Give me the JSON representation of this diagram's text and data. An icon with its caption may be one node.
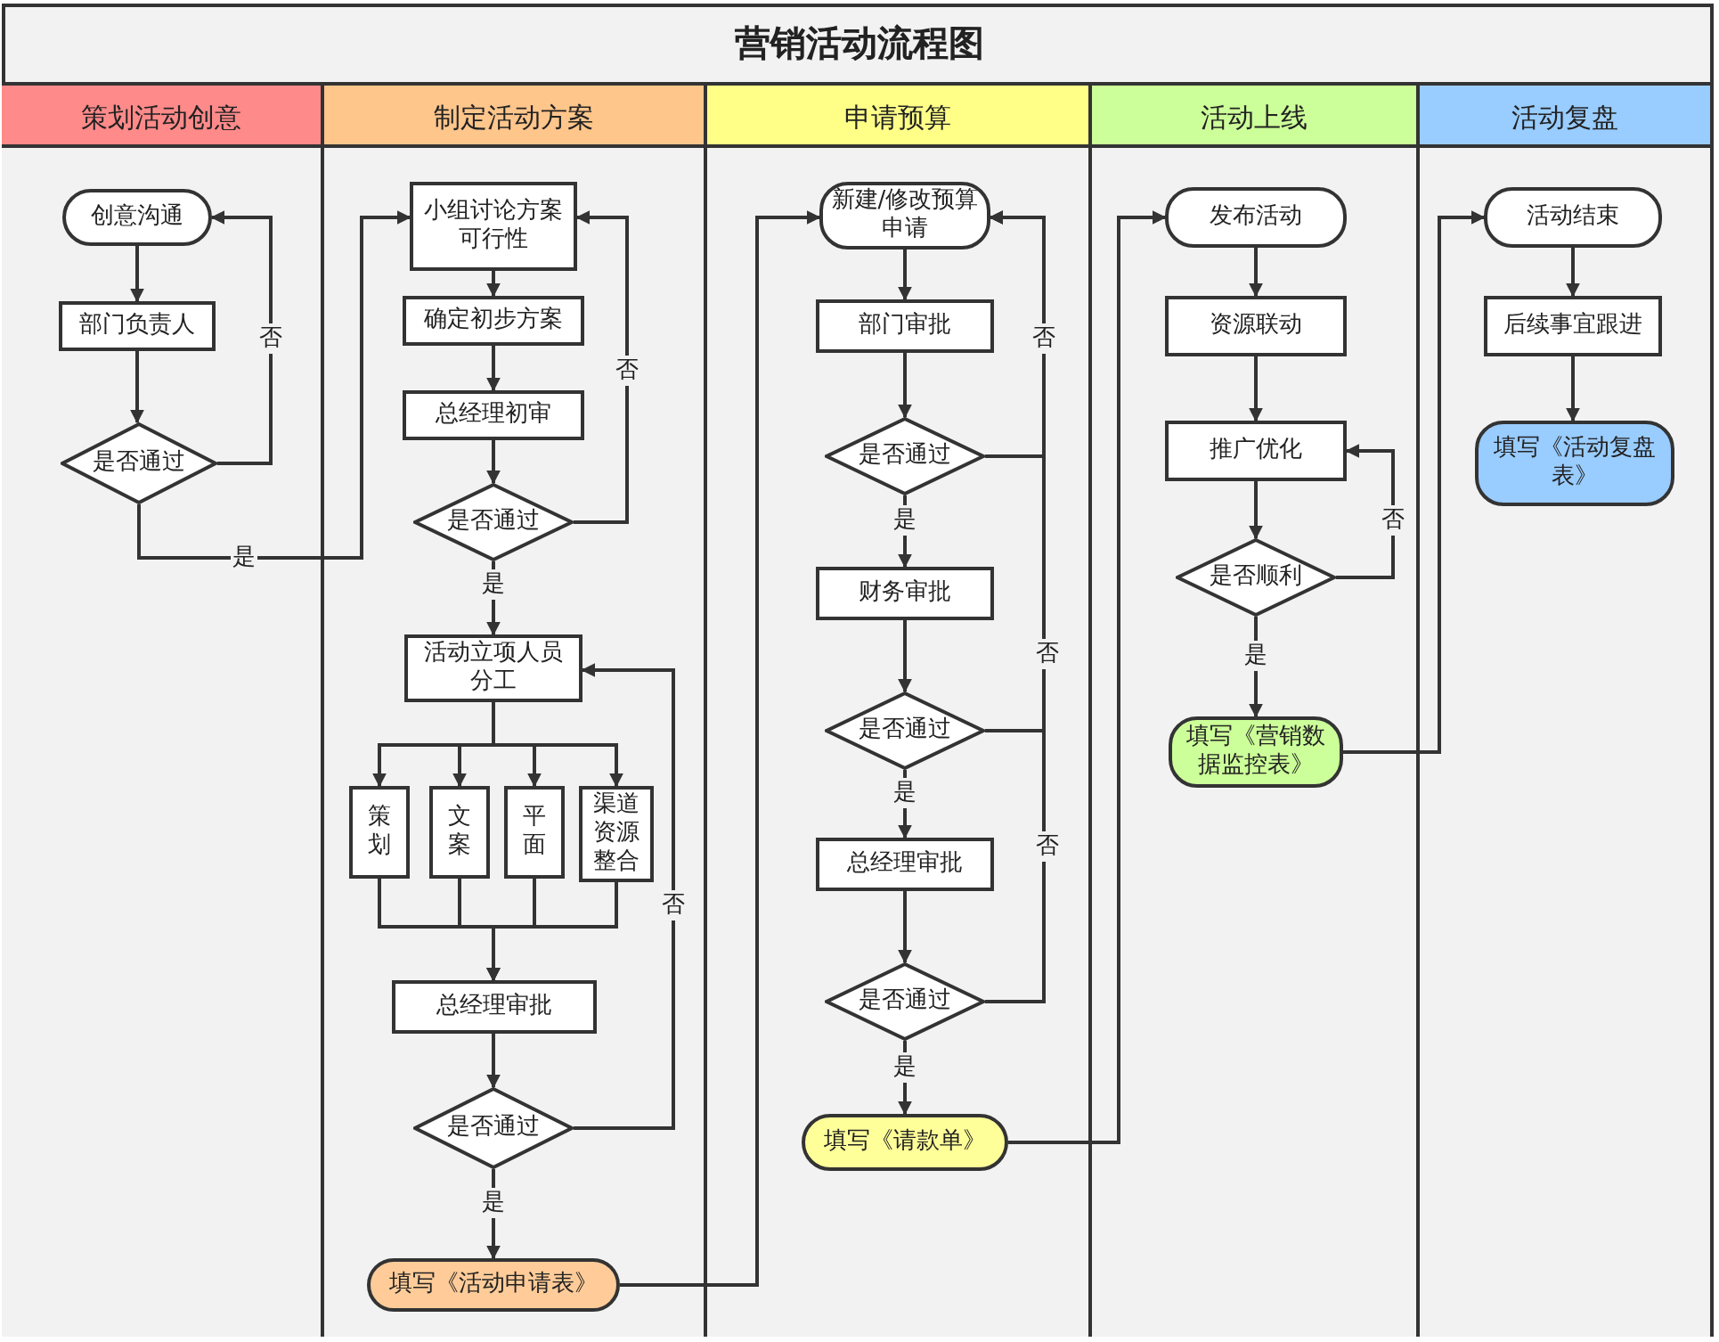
{
  "diagram": {
    "title": "营销活动流程图",
    "nodes": [
      {
        "text": [
          "策划活动创意"
        ]
      },
      {
        "text": [
          "创意沟通"
        ],
        "in": 0
      },
      {
        "text": [
          "部门负责人"
        ],
        "in": 0
      },
      {
        "text": [
          "是否通过"
        ],
        "in": 0
      },
      {
        "text": [
          "制定活动方案"
        ]
      },
      {
        "text": [
          "小组讨论方案可行性"
        ],
        "in": 4
      },
      {
        "text": [
          "确定初步方案"
        ],
        "in": 4
      },
      {
        "text": [
          "总经理初审"
        ],
        "in": 4
      },
      {
        "text": [
          "是否通过"
        ],
        "in": 4
      },
      {
        "text": [
          "活动立项人员分工"
        ],
        "in": 4
      },
      {
        "text": [
          "策划"
        ],
        "in": 4
      },
      {
        "text": [
          "文案"
        ],
        "in": 4
      },
      {
        "text": [
          "平面"
        ],
        "in": 4
      },
      {
        "text": [
          "渠道资源整合"
        ],
        "in": 4
      },
      {
        "text": [
          "总经理审批"
        ],
        "in": 4
      },
      {
        "text": [
          "是否通过"
        ],
        "in": 4
      },
      {
        "text": [
          "填写《活动申请表》"
        ],
        "in": 4
      },
      {
        "text": [
          "申请预算"
        ]
      },
      {
        "text": [
          "新建/修改预算申请"
        ],
        "in": 17
      },
      {
        "text": [
          "部门审批"
        ],
        "in": 17
      },
      {
        "text": [
          "是否通过"
        ],
        "in": 17
      },
      {
        "text": [
          "财务审批"
        ],
        "in": 17
      },
      {
        "text": [
          "是否通过"
        ],
        "in": 17
      },
      {
        "text": [
          "总经理审批"
        ],
        "in": 17
      },
      {
        "text": [
          "是否通过"
        ],
        "in": 17
      },
      {
        "text": [
          "填写《请款单》"
        ],
        "in": 17
      },
      {
        "text": [
          "活动上线"
        ]
      },
      {
        "text": [
          "发布活动"
        ],
        "in": 26
      },
      {
        "text": [
          "资源联动"
        ],
        "in": 26
      },
      {
        "text": [
          "推广优化"
        ],
        "in": 26
      },
      {
        "text": [
          "是否顺利"
        ],
        "in": 26
      },
      {
        "text": [
          "填写《营销数据监控表》"
        ],
        "in": 26
      },
      {
        "text": [
          "活动复盘"
        ]
      },
      {
        "text": [
          "活动结束"
        ],
        "in": 32
      },
      {
        "text": [
          "后续事宜跟进"
        ],
        "in": 32
      },
      {
        "text": [
          "填写《活动复盘表》"
        ],
        "in": 32
      }
    ],
    "edges": [
      {
        "from": 1,
        "to": 2,
        "arrow": "to"
      },
      {
        "from": 2,
        "to": 3,
        "arrow": "to"
      },
      {
        "from": 3,
        "to": 1,
        "arrow": "to",
        "label": "否"
      },
      {
        "from": 3,
        "to": 5,
        "arrow": "to",
        "label": "是"
      },
      {
        "from": 5,
        "to": 6,
        "arrow": "to"
      },
      {
        "from": 6,
        "to": 7,
        "arrow": "to"
      },
      {
        "from": 7,
        "to": 8,
        "arrow": "to"
      },
      {
        "from": 8,
        "to": 5,
        "arrow": "to",
        "label": "否"
      },
      {
        "from": 8,
        "to": 9,
        "arrow": "to",
        "label": "是"
      },
      {
        "from": 9,
        "to": 10,
        "arrow": "to"
      },
      {
        "from": 9,
        "to": 11,
        "arrow": "to"
      },
      {
        "from": 9,
        "to": 12,
        "arrow": "to"
      },
      {
        "from": 9,
        "to": 13,
        "arrow": "to"
      },
      {
        "from": 10,
        "to": 14,
        "arrow": "to"
      },
      {
        "from": 11,
        "to": 14,
        "arrow": "to"
      },
      {
        "from": 12,
        "to": 14,
        "arrow": "to"
      },
      {
        "from": 13,
        "to": 14,
        "arrow": "to"
      },
      {
        "from": 14,
        "to": 15,
        "arrow": "to"
      },
      {
        "from": 15,
        "to": 9,
        "arrow": "to",
        "label": "否"
      },
      {
        "from": 15,
        "to": 16,
        "arrow": "to",
        "label": "是"
      },
      {
        "from": 16,
        "to": 18,
        "arrow": "to"
      },
      {
        "from": 18,
        "to": 19,
        "arrow": "to"
      },
      {
        "from": 19,
        "to": 20,
        "arrow": "to"
      },
      {
        "from": 20,
        "to": 18,
        "arrow": "to",
        "label": "否"
      },
      {
        "from": 20,
        "to": 21,
        "arrow": "to",
        "label": "是"
      },
      {
        "from": 21,
        "to": 22,
        "arrow": "to"
      },
      {
        "from": 22,
        "to": 18,
        "arrow": "to",
        "label": "否"
      },
      {
        "from": 22,
        "to": 23,
        "arrow": "to",
        "label": "是"
      },
      {
        "from": 23,
        "to": 24,
        "arrow": "to"
      },
      {
        "from": 24,
        "to": 18,
        "arrow": "to",
        "label": "否"
      },
      {
        "from": 24,
        "to": 25,
        "arrow": "to",
        "label": "是"
      },
      {
        "from": 25,
        "to": 27,
        "arrow": "to"
      },
      {
        "from": 27,
        "to": 28,
        "arrow": "to"
      },
      {
        "from": 28,
        "to": 29,
        "arrow": "to"
      },
      {
        "from": 29,
        "to": 30,
        "arrow": "to"
      },
      {
        "from": 30,
        "to": 29,
        "arrow": "to",
        "label": "否"
      },
      {
        "from": 30,
        "to": 31,
        "arrow": "to",
        "label": "是"
      },
      {
        "from": 31,
        "to": 33,
        "arrow": "to"
      },
      {
        "from": 33,
        "to": 34,
        "arrow": "to"
      },
      {
        "from": 34,
        "to": 35,
        "arrow": "to"
      }
    ]
  }
}
